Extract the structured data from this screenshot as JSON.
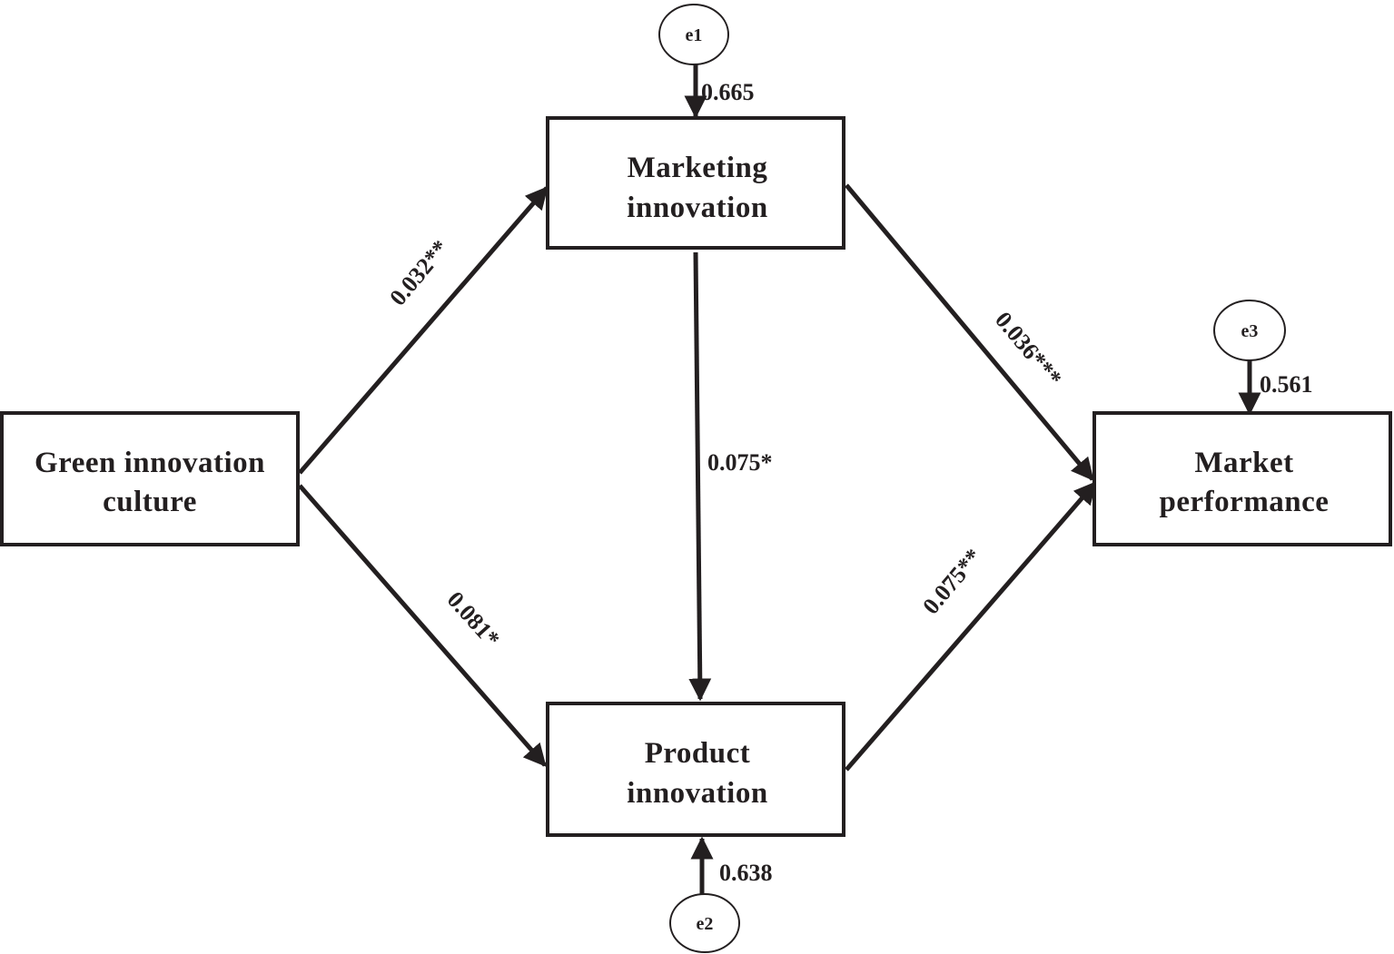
{
  "nodes": {
    "green": {
      "line1": "Green innovation",
      "line2": "culture"
    },
    "marketing": {
      "line1": "Marketing",
      "line2": "innovation"
    },
    "product": {
      "line1": "Product",
      "line2": "innovation"
    },
    "market": {
      "line1": "Market",
      "line2": "performance"
    }
  },
  "errors": {
    "e1": {
      "label": "e1",
      "value": "0.665"
    },
    "e2": {
      "label": "e2",
      "value": "0.638"
    },
    "e3": {
      "label": "e3",
      "value": "0.561"
    }
  },
  "paths": {
    "green_to_marketing": "0.032**",
    "green_to_product": "0.081*",
    "marketing_to_product": "0.075*",
    "marketing_to_market": "0.036***",
    "product_to_market": "0.075**"
  },
  "colors": {
    "ink": "#231f20",
    "background": "#ffffff"
  }
}
